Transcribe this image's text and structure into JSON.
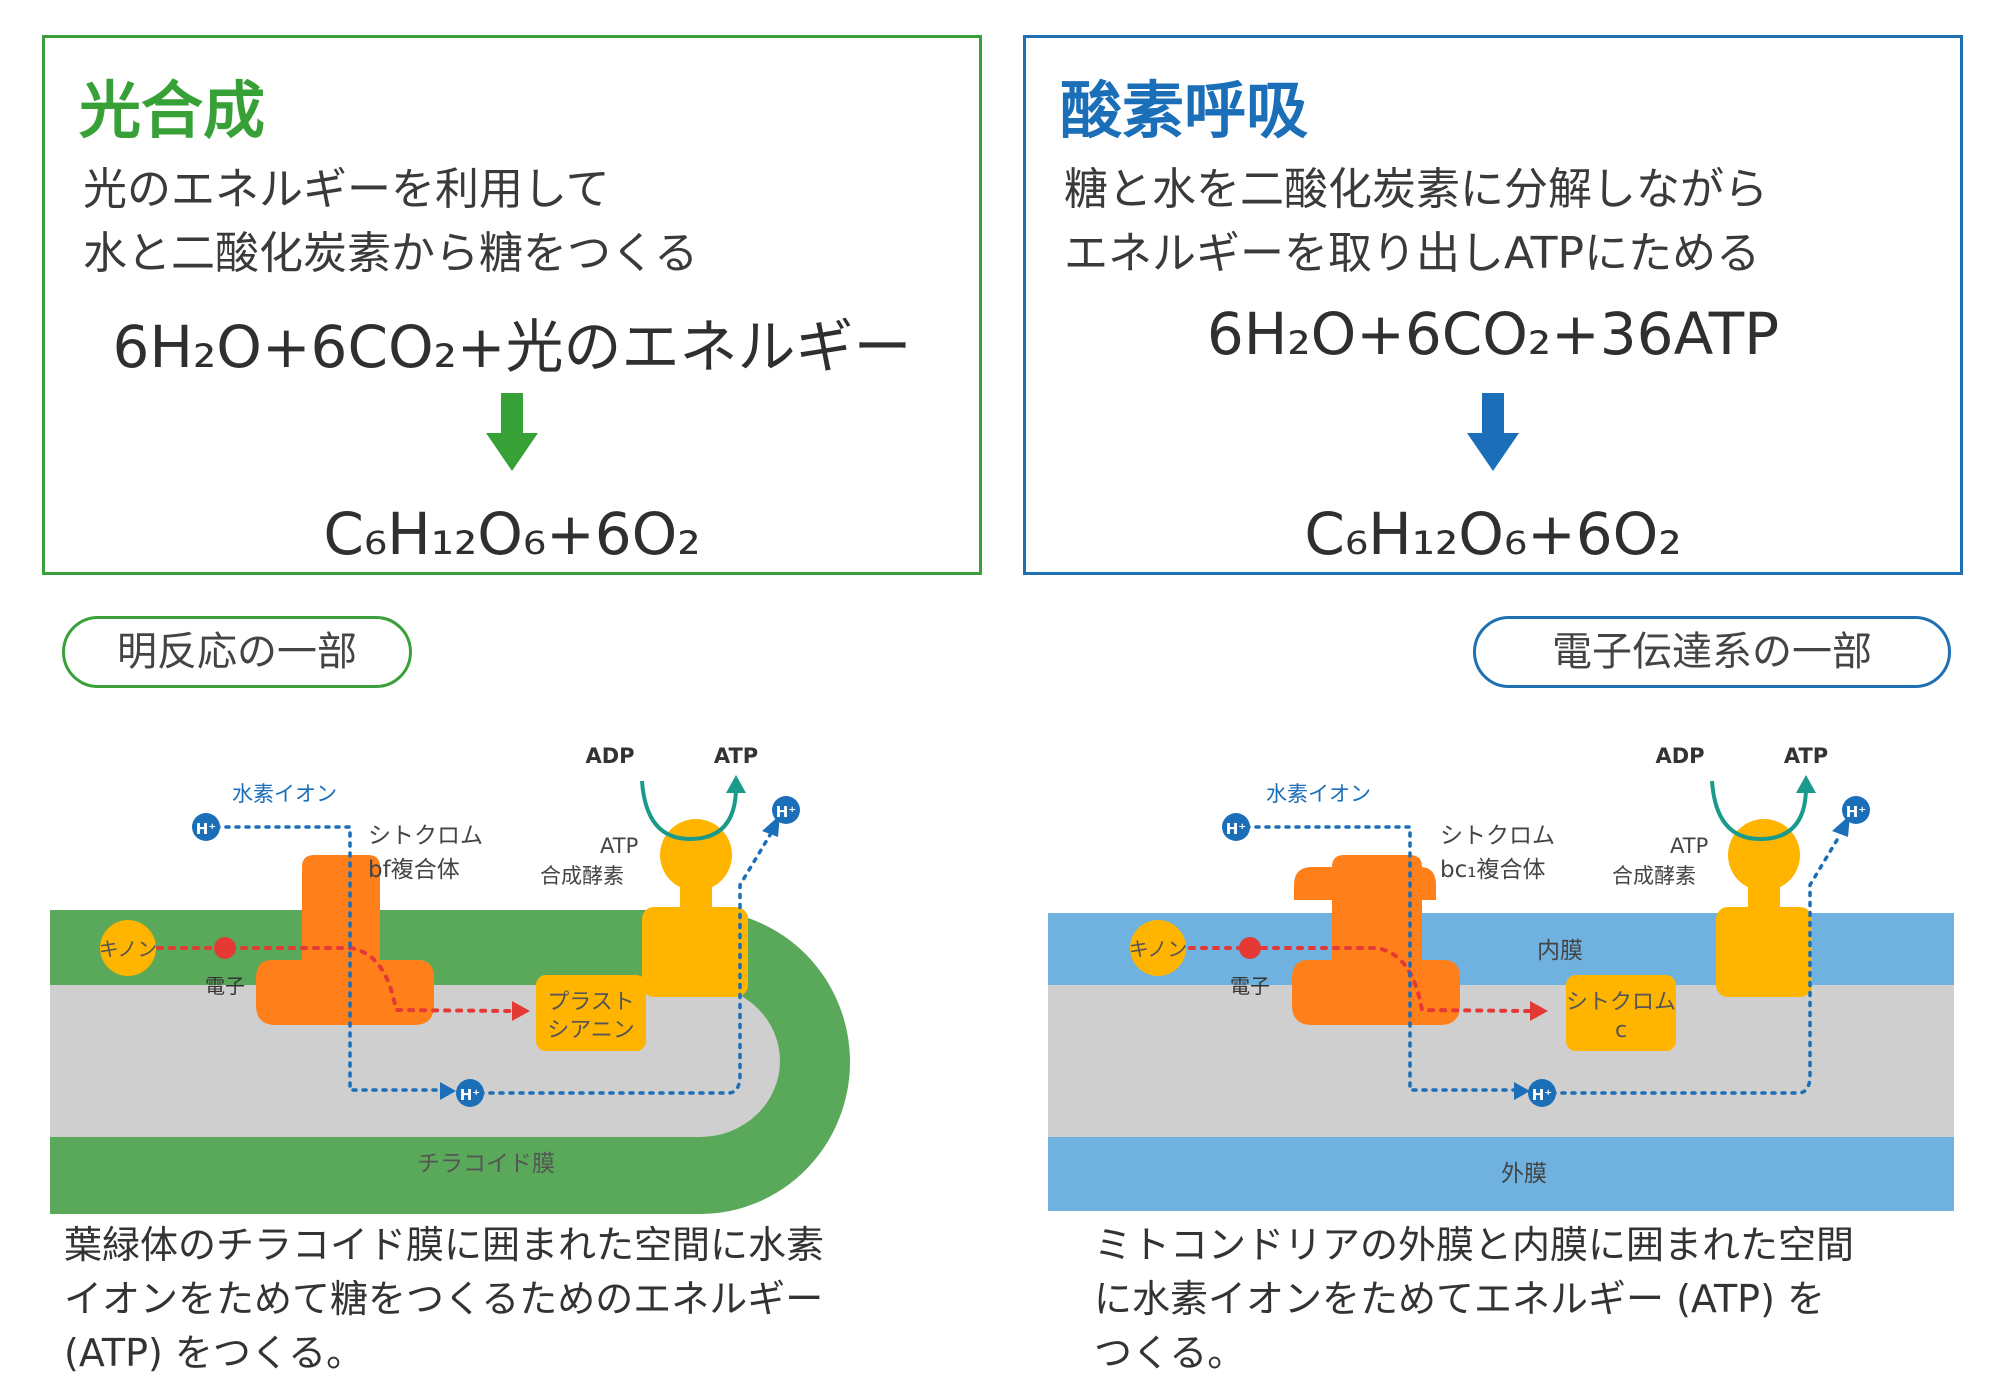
{
  "panels": {
    "left": {
      "title": "光合成",
      "desc_lines": [
        "光のエネルギーを利用して",
        "水と二酸化炭素から糖をつくる"
      ],
      "eq_top": "6H₂O+6CO₂+光のエネルギー",
      "eq_bottom": "C₆H₁₂O₆+6O₂",
      "color": "#37a037"
    },
    "right": {
      "title": "酸素呼吸",
      "desc_lines": [
        "糖と水を二酸化炭素に分解しながら",
        "エネルギーを取り出しATPにためる"
      ],
      "eq_top": "6H₂O+6CO₂+36ATP",
      "eq_bottom": "C₆H₁₂O₆+6O₂",
      "color": "#1b6fb8"
    }
  },
  "badges": {
    "left": "明反応の一部",
    "right": "電子伝達系の一部"
  },
  "diagrams": {
    "left": {
      "adp": "ADP",
      "atp": "ATP",
      "hydrogen_ion": "水素イオン",
      "h_plus": "H⁺",
      "cytochrome": "シトクロム",
      "complex": "bf複合体",
      "atp_synthase_1": "ATP",
      "atp_synthase_2": "合成酵素",
      "quinone": "キノン",
      "electron": "電子",
      "carrier_1": "プラスト",
      "carrier_2": "シアニン",
      "membrane": "チラコイド膜"
    },
    "right": {
      "adp": "ADP",
      "atp": "ATP",
      "hydrogen_ion": "水素イオン",
      "h_plus": "H⁺",
      "cytochrome": "シトクロム",
      "complex": "bc₁複合体",
      "atp_synthase_1": "ATP",
      "atp_synthase_2": "合成酵素",
      "quinone": "キノン",
      "electron": "電子",
      "carrier_1": "シトクロム",
      "carrier_2": "c",
      "inner_membrane": "内膜",
      "outer_membrane": "外膜"
    }
  },
  "captions": {
    "left": [
      "葉緑体のチラコイド膜に囲まれた空間に水素",
      "イオンをためて糖をつくるためのエネルギー",
      "(ATP) をつくる。"
    ],
    "right": [
      "ミトコンドリアの外膜と内膜に囲まれた空間",
      "に水素イオンをためてエネルギー (ATP) を",
      "つくる。"
    ]
  },
  "colors": {
    "green": "#37a037",
    "blue": "#1b6fb8",
    "membrane_green": "#5aa95a",
    "membrane_blue": "#6fb1df",
    "gray": "#cfcfcf",
    "orange": "#ff7f1a",
    "yellow": "#ffb400",
    "teal": "#1a9a8a",
    "red": "#e53935"
  }
}
